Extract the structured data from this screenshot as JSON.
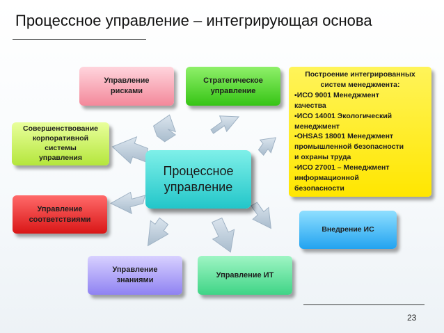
{
  "title": "Процессное управление – интегрирующая основа",
  "page_number": "23",
  "center": {
    "line1": "Процессное",
    "line2": "управление"
  },
  "nodes": {
    "risk": {
      "line1": "Управление",
      "line2": "рисками"
    },
    "strategic": {
      "line1": "Стратегическое",
      "line2": "управление"
    },
    "perfection": {
      "line1": "Совершенствование",
      "line2": "корпоративной",
      "line3": "системы",
      "line4": "управления"
    },
    "compliance": {
      "line1": "Управление",
      "line2": "соответствиями"
    },
    "knowledge": {
      "line1": "Управление",
      "line2": "знаниями"
    },
    "it": {
      "line1": "Управление ИТ"
    },
    "is": {
      "line1": "Внедрение ИС"
    }
  },
  "integrated": {
    "header_line1": "Построение интегрированных",
    "header_line2": "систем менеджмента:",
    "items": [
      {
        "line1": "▪ИСО 9001 Менеджмент",
        "line2": "качества"
      },
      {
        "line1": "▪ИСО 14001 Экологический",
        "line2": "менеджмент"
      },
      {
        "line1": "▪OHSAS 18001 Менеджмент",
        "line2": "промышленной безопасности",
        "line3": "и охраны труда"
      },
      {
        "line1": "▪ИСО 27001 – Менеджмент",
        "line2": "информационной",
        "line3": "безопасности"
      }
    ]
  },
  "colors": {
    "arrow": "#c5d3e0",
    "center": "#3cd6d8",
    "risk": "#f3889a",
    "strategic": "#36c415",
    "perfection": "#c6ee52",
    "compliance": "#e52222",
    "knowledge": "#9a8ef5",
    "it": "#3fd486",
    "is": "#22a3f0",
    "integrated": "#ffed1a"
  }
}
